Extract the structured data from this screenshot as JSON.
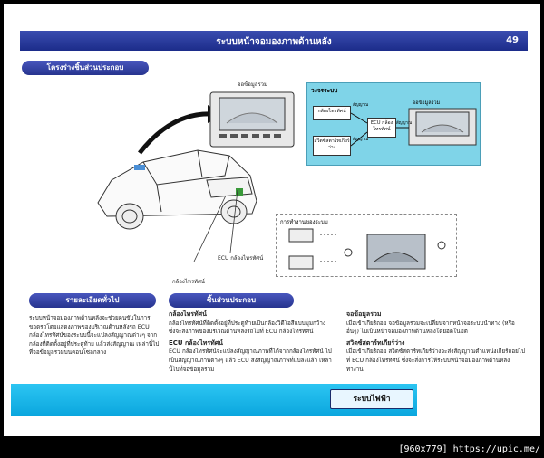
{
  "header": {
    "title": "ระบบหน้าจอมองภาพด้านหลัง",
    "page_number": "49"
  },
  "sections": {
    "components_pill": "โครงร่างชิ้นส่วนประกอบ",
    "general_pill": "รายละเอียดทั่วไป",
    "parts_pill": "ชิ้นส่วนประกอบ"
  },
  "diagram": {
    "display_label": "จอข้อมูลรวม",
    "ecu_label": "ECU กล้องไทรทัศน์",
    "camera_label": "กล้องไทรทัศน์",
    "system_box": {
      "title": "วงจรระบบ",
      "camera": "กล้องไทรทัศน์",
      "switch": "สวิตซ์สตาร์ทเกียร์ว่าง",
      "ecu": "ECU กล้องไทรทัศน์",
      "display": "จอข้อมูลรวม",
      "sig1": "สัญญาณ",
      "sig2": "สัญญาณ",
      "sig3": "สัญญาณ"
    },
    "operation_title": "การทำงานของระบบ"
  },
  "general_text": "ระบบหน้าจอมองภาพด้านหลังจะช่วยคนขับในการ ขอดรถโดยแสดงภาพของบริเวณด้านหลังรถ ECU กล้องไทรทัศน์ของระบบนี้จะแปลงสัญญาณต่างๆ จากกล้องที่ติดตั้งอยู่ที่ประตูท้าย แล้วส่งสัญญาณ เหล่านี้ไปที่จอข้อมูลรวมบนคอนโซลกลาง",
  "parts_left": [
    {
      "heading": "กล้องไทรทัศน์",
      "text": "กล้องไทรทัศน์ที่ติดตั้งอยู่ที่ประตูท้ายเป็นกล้องวิดีโอสีแบบมุมกว้าง ซึ่งจะส่งภาพของบริเวณด้านหลังรถไปที่ ECU กล้องไทรทัศน์"
    },
    {
      "heading": "ECU กล้องไทรทัศน์",
      "text": "ECU กล้องไทรทัศน์จะแปลงสัญญาณภาพที่ได้จากกล้องไทรทัศน์ ไปเป็นสัญญาณภาพต่างๆ แล้ว ECU ส่งสัญญาณภาพที่แปลงแล้ว เหล่านี้ไปที่จอข้อมูลรวม"
    }
  ],
  "parts_right": [
    {
      "heading": "จอข้อมูลรวม",
      "text": "เมื่อเข้าเกียร์ถอย จอข้อมูลรวมจะเปลี่ยนจากหน้าจอระบบนำทาง (หรืออื่นๆ) ไปเป็นหน้าจอมองภาพด้านหลังโดยอัตโนมัติ"
    },
    {
      "heading": "สวิตซ์สตาร์ทเกียร์ว่าง",
      "text": "เมื่อเข้าเกียร์ถอย สวิตซ์สตาร์ทเกียร์ว่างจะส่งสัญญาณตำแหน่งเกียร์ถอยไป ที่ ECU กล้องไทรทัศน์ ซึ่งจะสั่งการให้ระบบหน้าจอมองภาพด้านหลัง ทำงาน"
    }
  ],
  "footer": {
    "label": "ระบบไฟฟ้า"
  },
  "watermark": "[960x779] https://upic.me/",
  "colors": {
    "header_blue": "#27348f",
    "footer_cyan": "#0aa6de",
    "system_bg": "#7fd4e8"
  }
}
